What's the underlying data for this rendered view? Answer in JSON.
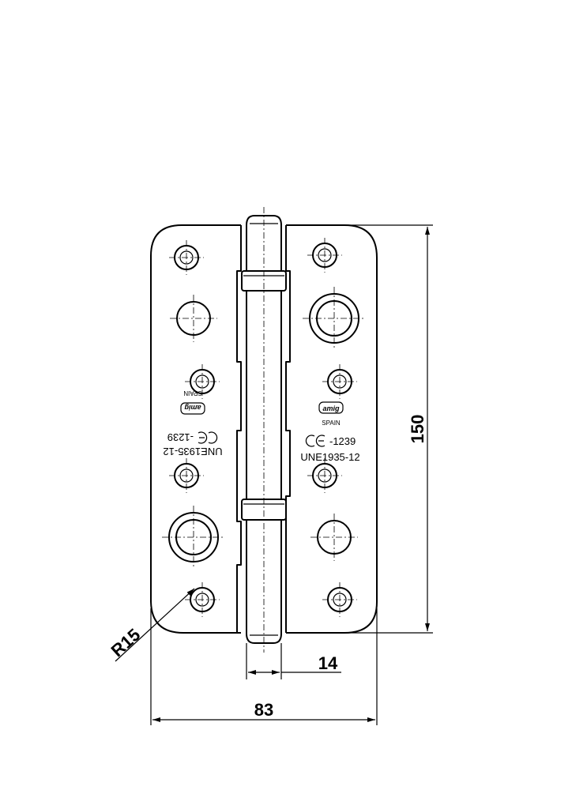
{
  "dimensions": {
    "height": "150",
    "width": "83",
    "knuckle": "14",
    "radius": "R15"
  },
  "markings": {
    "standard": "UNE1935-12",
    "ce": "-1239",
    "country": "SPAIN",
    "brand_logo": "amig"
  }
}
